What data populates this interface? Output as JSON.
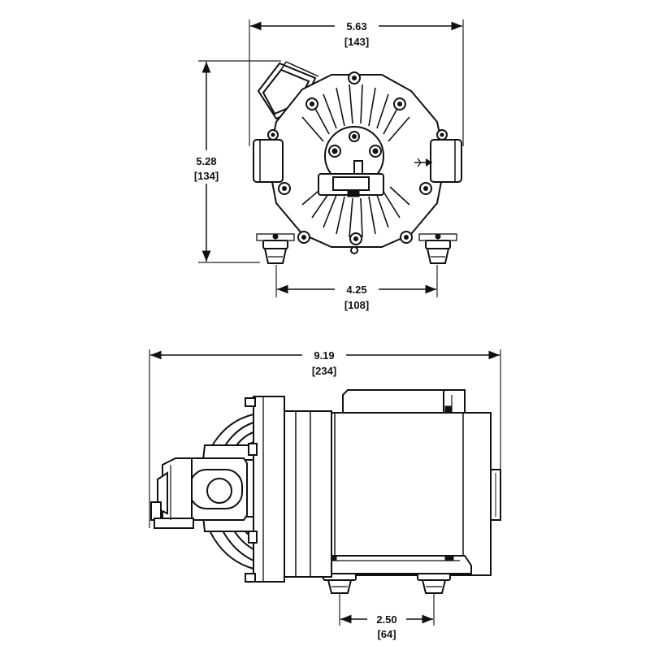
{
  "top_view": {
    "width_dim": {
      "inches": "5.63",
      "mm": "[143]"
    },
    "height_dim": {
      "inches": "5.28",
      "mm": "[134]"
    },
    "mount_dim": {
      "inches": "4.25",
      "mm": "[108]"
    }
  },
  "side_view": {
    "length_dim": {
      "inches": "9.19",
      "mm": "[234]"
    },
    "mount_dim": {
      "inches": "2.50",
      "mm": "[64]"
    }
  },
  "colors": {
    "line": "#111111",
    "background": "#ffffff"
  }
}
